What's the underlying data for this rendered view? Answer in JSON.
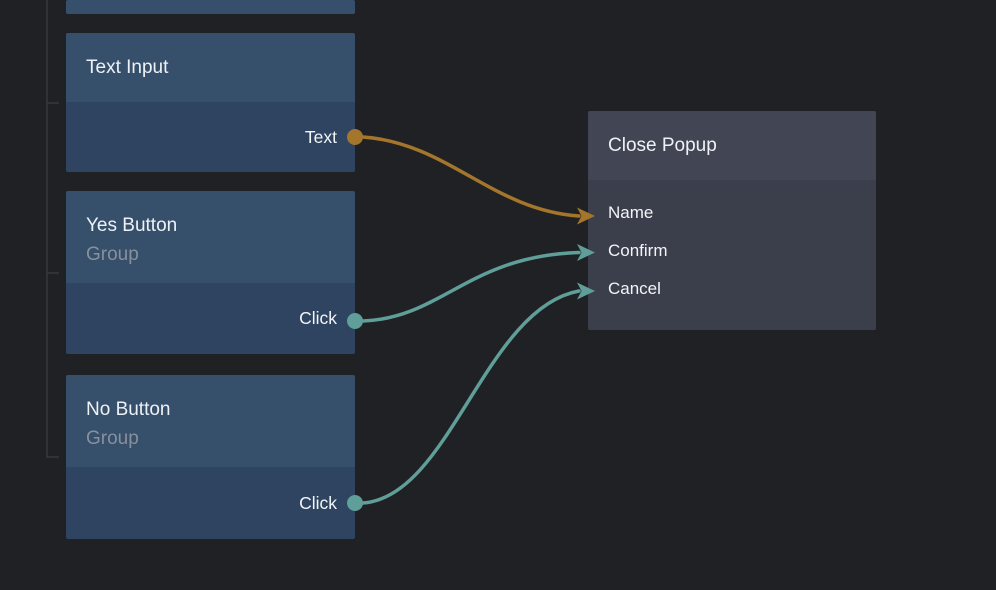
{
  "editor": {
    "kind": "node-graph"
  },
  "colors": {
    "background": "#202124",
    "node_header_blue": "#36506c",
    "node_body_blue": "#2e4461",
    "popup_header_grey": "#424654",
    "popup_body_grey": "#3b3f4c",
    "wire_orange": "#a3762c",
    "wire_teal": "#5f9e99",
    "subtitle_grey": "#87909d",
    "bracket_line": "#38393c"
  },
  "nodes": {
    "text_input": {
      "title": "Text Input",
      "outputs": {
        "text": "Text"
      }
    },
    "yes_button": {
      "title": "Yes Button",
      "subtitle": "Group",
      "outputs": {
        "click": "Click"
      }
    },
    "no_button": {
      "title": "No Button",
      "subtitle": "Group",
      "outputs": {
        "click": "Click"
      }
    },
    "close_popup": {
      "title": "Close Popup",
      "inputs": {
        "name": "Name",
        "confirm": "Confirm",
        "cancel": "Cancel"
      }
    }
  },
  "connections": [
    {
      "from": "Text Input.Text",
      "to": "Close Popup.Name",
      "color": "#a3762c"
    },
    {
      "from": "Yes Button.Click",
      "to": "Close Popup.Confirm",
      "color": "#5f9e99"
    },
    {
      "from": "No Button.Click",
      "to": "Close Popup.Cancel",
      "color": "#5f9e99"
    }
  ]
}
